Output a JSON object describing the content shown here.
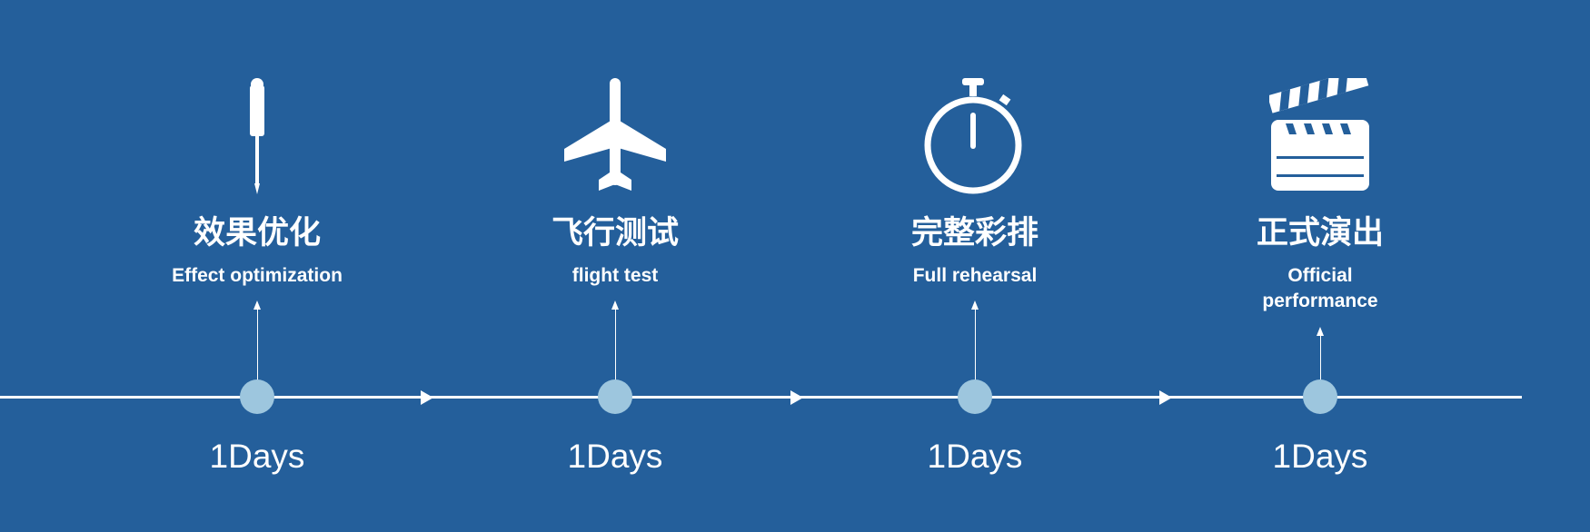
{
  "colors": {
    "background": "#245f9b",
    "node": "#9dc6de",
    "foreground": "#ffffff"
  },
  "steps": [
    {
      "icon": "screwdriver-icon",
      "title": "效果优化",
      "subtitle": "Effect optimization",
      "duration": "1Days"
    },
    {
      "icon": "airplane-icon",
      "title": "飞行测试",
      "subtitle": "flight test",
      "duration": "1Days"
    },
    {
      "icon": "stopwatch-icon",
      "title": "完整彩排",
      "subtitle": "Full rehearsal",
      "duration": "1Days"
    },
    {
      "icon": "clapperboard-icon",
      "title": "正式演出",
      "subtitle": "Official performance",
      "duration": "1Days"
    }
  ]
}
